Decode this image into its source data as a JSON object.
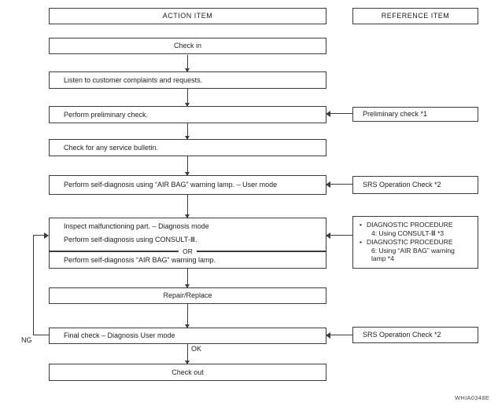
{
  "headers": {
    "action": "ACTION ITEM",
    "reference": "REFERENCE ITEM"
  },
  "nodes": {
    "check_in": "Check in",
    "listen": "Listen to customer complaints and requests.",
    "preliminary": "Perform preliminary check.",
    "bulletin": "Check for any service bulletin.",
    "self_diag_user": "Perform self-diagnosis using “AIR BAG” warning lamp. – User mode",
    "inspect": {
      "line1": "Inspect malfunctioning part. – Diagnosis mode",
      "line2": "Perform self-diagnosis using CONSULT-Ⅲ.",
      "or": "OR",
      "line3": "Perform self-diagnosis “AIR BAG” warning lamp."
    },
    "repair": "Repair/Replace",
    "final_check": "Final check – Diagnosis User mode",
    "check_out": "Check out"
  },
  "references": {
    "preliminary": "Preliminary check *1",
    "srs_top": "SRS Operation Check *2",
    "diagnostic": [
      {
        "title": "DIAGNOSTIC PROCEDURE",
        "detail": "4: Using CONSULT-Ⅲ *3"
      },
      {
        "title": "DIAGNOSTIC PROCEDURE",
        "detail": "6: Using “AIR BAG” warning lamp *4"
      }
    ],
    "srs_bottom": "SRS Operation Check *2"
  },
  "labels": {
    "ng": "NG",
    "ok": "OK",
    "bullet": "•"
  },
  "watermark": "WHIA0348E",
  "colors": {
    "line": "#3c3c3c",
    "text": "#1e1e1e",
    "bg": "#ffffff"
  }
}
